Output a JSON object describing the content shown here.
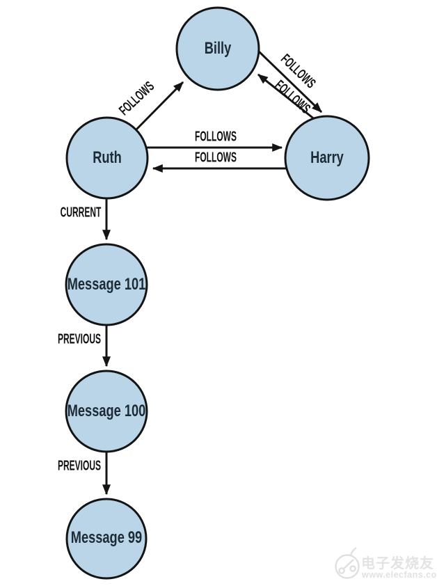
{
  "graph": {
    "nodes": {
      "billy": {
        "label": "Billy"
      },
      "ruth": {
        "label": "Ruth"
      },
      "harry": {
        "label": "Harry"
      },
      "message101": {
        "label": "Message 101"
      },
      "message100": {
        "label": "Message 100"
      },
      "message99": {
        "label": "Message 99"
      }
    },
    "edges": {
      "ruth_billy": {
        "label": "FOLLOWS",
        "from": "Ruth",
        "to": "Billy"
      },
      "billy_harry": {
        "label": "FOLLOWS",
        "from": "Billy",
        "to": "Harry"
      },
      "harry_billy": {
        "label": "FOLLOWS",
        "from": "Harry",
        "to": "Billy"
      },
      "ruth_harry": {
        "label": "FOLLOWS",
        "from": "Ruth",
        "to": "Harry"
      },
      "harry_ruth": {
        "label": "FOLLOWS",
        "from": "Harry",
        "to": "Ruth"
      },
      "ruth_message101": {
        "label": "CURRENT",
        "from": "Ruth",
        "to": "Message 101"
      },
      "message101_message100": {
        "label": "PREVIOUS",
        "from": "Message 101",
        "to": "Message 100"
      },
      "message100_message99": {
        "label": "PREVIOUS",
        "from": "Message 100",
        "to": "Message 99"
      }
    }
  },
  "colors": {
    "node_fill": "#bad5e8",
    "node_stroke": "#141414",
    "edge_line": "#141414",
    "edge_label": "#101010",
    "node_label": "#1d2b36",
    "watermark": "#e3e3e3"
  },
  "watermark": {
    "brand": "电子发烧友",
    "site": "www.elecfans.com"
  }
}
